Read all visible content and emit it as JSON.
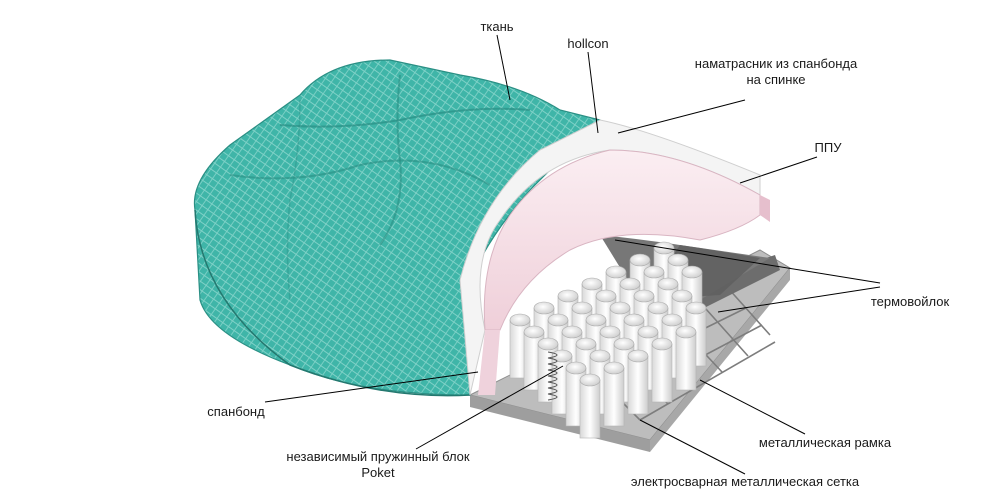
{
  "labels": {
    "fabric": "ткань",
    "hollcon": "hollcon",
    "topper_line1": "наматрасник из спанбонда",
    "topper_line2": "на спинке",
    "foam": "ППУ",
    "felt": "термовойлок",
    "spunbond": "спанбонд",
    "spring_block_line1": "независимый пружинный блок",
    "spring_block_line2": "Poket",
    "metal_frame": "металлическая рамка",
    "welded_mesh": "электросварная металлическая сетка"
  },
  "colors": {
    "fabric": "#3fb5a8",
    "fabric_dark": "#2a8f84",
    "foam": "#f4dbe3",
    "hollcon": "#f3f3f3",
    "felt": "#6b6b6b",
    "frame": "#c8c8c8",
    "spring": "#f5f5f5",
    "leader": "#000000"
  }
}
